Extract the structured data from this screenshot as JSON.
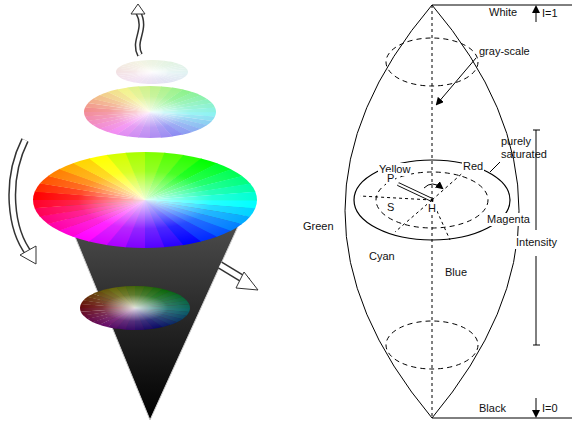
{
  "diagram": {
    "labels": [
      "White",
      "I=1",
      "gray-scale",
      "purely saturated",
      "Yellow",
      "Red",
      "Magenta",
      "Green",
      "Cyan",
      "Blue",
      "P",
      "H",
      "S",
      "Intensity",
      "Black",
      "I=0"
    ]
  }
}
